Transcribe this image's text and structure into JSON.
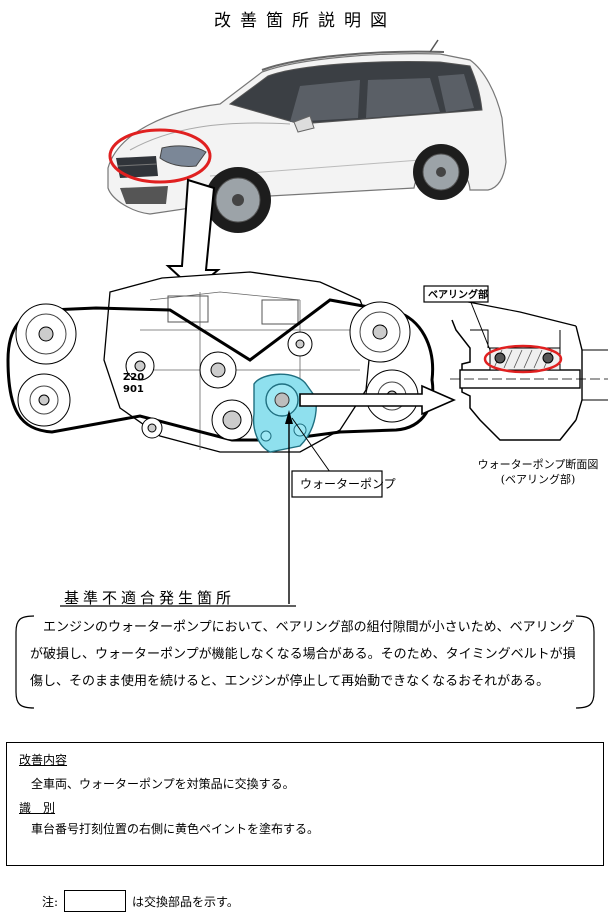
{
  "title": "改善箇所説明図",
  "diagram": {
    "engine_code_line1": "Z20",
    "engine_code_line2": "901",
    "bearing_tag": "ベアリング部",
    "pump_label": "ウォーターポンプ",
    "section_caption_line1": "ウォーターポンプ断面図",
    "section_caption_line2": "(ベアリング部)"
  },
  "defect": {
    "heading": "基準不適合発生箇所",
    "text": "エンジンのウォーターポンプにおいて、ベアリング部の組付隙間が小さいため、ベアリングが破損し、ウォーターポンプが機能しなくなる場合がある。そのため、タイミングベルトが損傷し、そのまま使用を続けると、エンジンが停止して再始動できなくなるおそれがある。"
  },
  "remedy": {
    "content_heading": "改善内容",
    "content_text": "全車両、ウォーターポンプを対策品に交換する。",
    "id_heading": "識　別",
    "id_text": "車台番号打刻位置の右側に黄色ペイントを塗布する。"
  },
  "note": {
    "prefix": "注:",
    "suffix": "は交換部品を示す。"
  },
  "colors": {
    "highlight_circle": "#e02020",
    "replaced_part": "#8fe0ee"
  }
}
